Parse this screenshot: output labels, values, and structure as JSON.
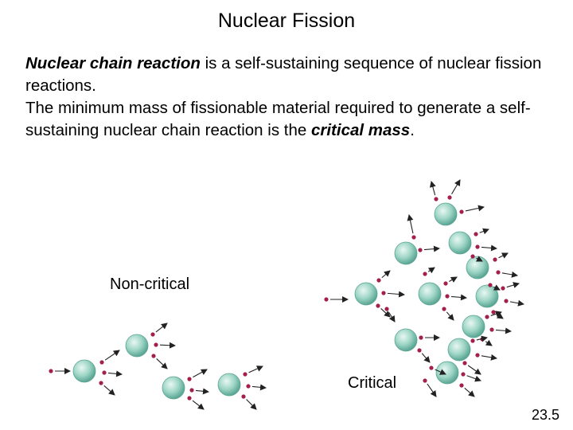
{
  "slide": {
    "title": "Nuclear Fission",
    "number": "23.5"
  },
  "paragraphs": [
    {
      "term": "Nuclear chain reaction",
      "text_after": " is a self-sustaining sequence of nuclear fission reactions."
    },
    {
      "text_before": "The minimum mass of fissionable material required to generate a self-sustaining nuclear chain reaction is the ",
      "term": "critical mass",
      "text_after": "."
    }
  ],
  "diagram": {
    "noncritical_label": "Non-critical",
    "critical_label": "Critical"
  },
  "colors": {
    "nucleus_fill": "#9fd6c6",
    "nucleus_dark": "#5aa594",
    "neutron": "#a3204a",
    "arrow": "#222222"
  }
}
